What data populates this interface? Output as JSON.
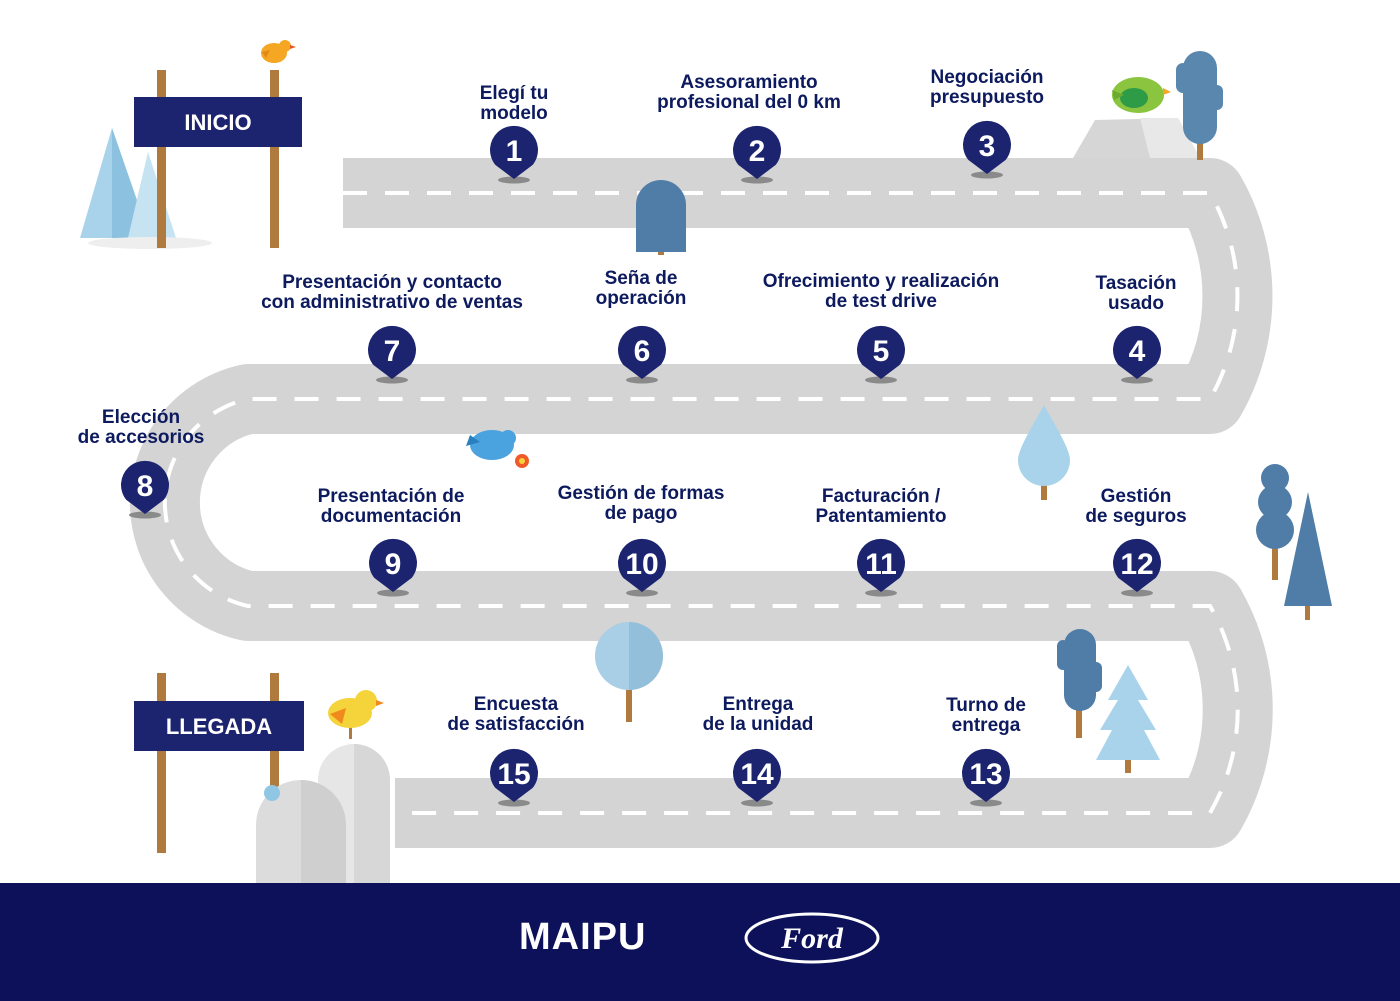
{
  "signs": {
    "start": "INICIO",
    "finish": "LLEGADA"
  },
  "steps": [
    {
      "n": "1",
      "lines": [
        "Elegí tu",
        "modelo"
      ]
    },
    {
      "n": "2",
      "lines": [
        "Asesoramiento",
        "profesional del 0 km"
      ]
    },
    {
      "n": "3",
      "lines": [
        "Negociación",
        "presupuesto"
      ]
    },
    {
      "n": "4",
      "lines": [
        "Tasación",
        "usado"
      ]
    },
    {
      "n": "5",
      "lines": [
        "Ofrecimiento y realización",
        "de test drive"
      ]
    },
    {
      "n": "6",
      "lines": [
        "Seña de",
        "operación"
      ]
    },
    {
      "n": "7",
      "lines": [
        "Presentación y contacto",
        "con administrativo de ventas"
      ]
    },
    {
      "n": "8",
      "lines": [
        "Elección",
        "de accesorios"
      ]
    },
    {
      "n": "9",
      "lines": [
        "Presentación de",
        "documentación"
      ]
    },
    {
      "n": "10",
      "lines": [
        "Gestión de formas",
        "de pago"
      ]
    },
    {
      "n": "11",
      "lines": [
        "Facturación /",
        "Patentamiento"
      ]
    },
    {
      "n": "12",
      "lines": [
        "Gestión",
        "de seguros"
      ]
    },
    {
      "n": "13",
      "lines": [
        "Turno de",
        "entrega"
      ]
    },
    {
      "n": "14",
      "lines": [
        "Entrega",
        "de la unidad"
      ]
    },
    {
      "n": "15",
      "lines": [
        "Encuesta",
        "de satisfacción"
      ]
    }
  ],
  "footer": {
    "brand": "MAIPU",
    "partner_logo": "Ford"
  },
  "colors": {
    "navy": "#0c1159",
    "pin": "#1c2470",
    "road": "#d4d4d4",
    "dash": "#ffffff"
  }
}
